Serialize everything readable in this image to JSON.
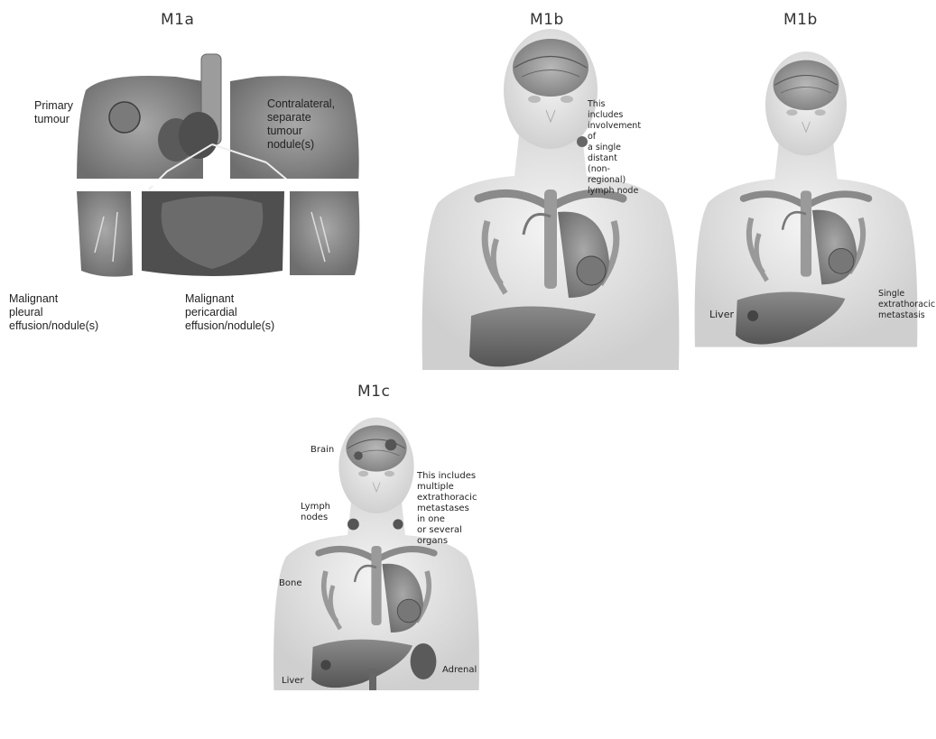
{
  "m1a": {
    "title": "M1a",
    "primary": "Primary\ntumour",
    "contralateral": "Contralateral,\nseparate\ntumour nodule(s)",
    "pleural": "Malignant\npleural effusion/nodule(s)",
    "pericardial": "Malignant\npericardial effusion/nodule(s)"
  },
  "m1b_left": {
    "title": "M1b",
    "note": "This includes\ninvolvement of\na single distant\n(non-regional)\nlymph node"
  },
  "m1b_right": {
    "title": "M1b",
    "liver": "Liver",
    "single": "Single\nextrathoracic\nmetastasis"
  },
  "m1c": {
    "title": "M1c",
    "brain": "Brain",
    "lymph": "Lymph\nnodes",
    "bone": "Bone",
    "liver": "Liver",
    "adrenal": "Adrenal",
    "note": "This includes\nmultiple extrathoracic\nmetastases in one\nor several organs"
  }
}
